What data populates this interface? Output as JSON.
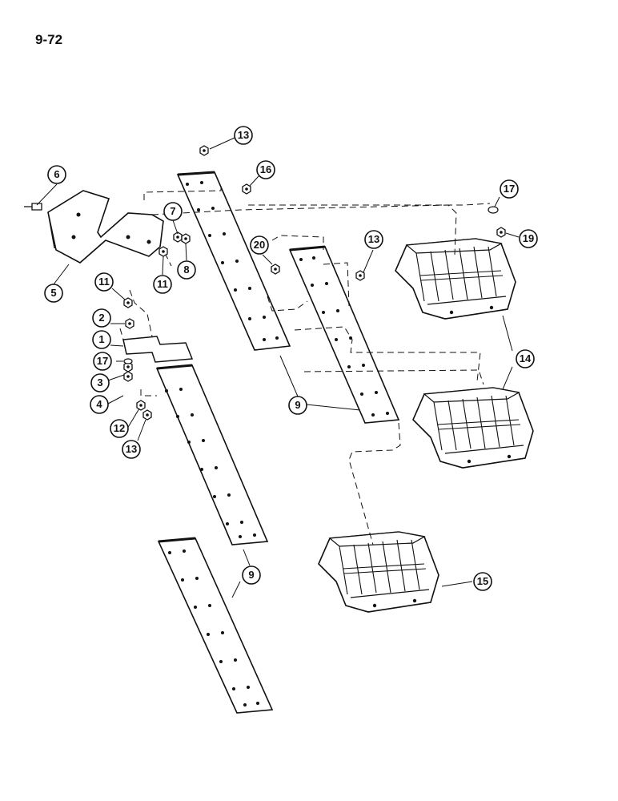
{
  "page_number": "9-72",
  "callouts": [
    {
      "id": "c6a",
      "label": "6"
    },
    {
      "id": "c5",
      "label": "5"
    },
    {
      "id": "c7",
      "label": "7"
    },
    {
      "id": "c8",
      "label": "8"
    },
    {
      "id": "c11a",
      "label": "11"
    },
    {
      "id": "c11b",
      "label": "11"
    },
    {
      "id": "c2",
      "label": "2"
    },
    {
      "id": "c1",
      "label": "1"
    },
    {
      "id": "c17a",
      "label": "17"
    },
    {
      "id": "c3",
      "label": "3"
    },
    {
      "id": "c4",
      "label": "4"
    },
    {
      "id": "c12",
      "label": "12"
    },
    {
      "id": "c13a",
      "label": "13"
    },
    {
      "id": "c13b",
      "label": "13"
    },
    {
      "id": "c16",
      "label": "16"
    },
    {
      "id": "c20",
      "label": "20"
    },
    {
      "id": "c13c",
      "label": "13"
    },
    {
      "id": "c17b",
      "label": "17"
    },
    {
      "id": "c19",
      "label": "19"
    },
    {
      "id": "c14",
      "label": "14"
    },
    {
      "id": "c9a",
      "label": "9"
    },
    {
      "id": "c9b",
      "label": "9"
    },
    {
      "id": "c15",
      "label": "15"
    }
  ]
}
